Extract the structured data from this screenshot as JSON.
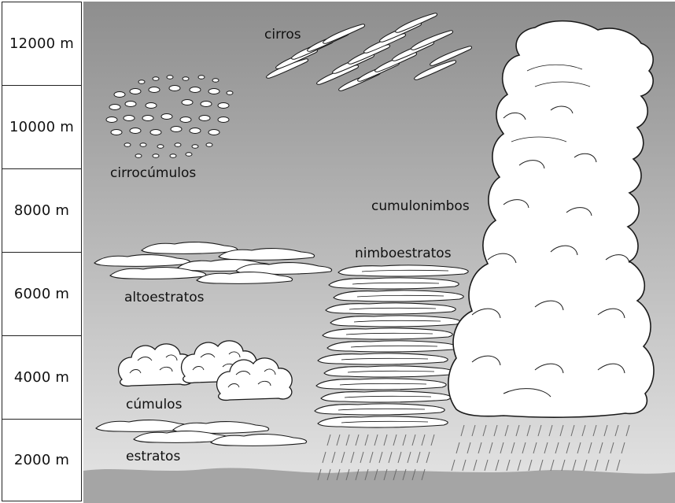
{
  "altitude_scale": [
    {
      "label": "12000 m"
    },
    {
      "label": "10000 m"
    },
    {
      "label": "8000 m"
    },
    {
      "label": "6000 m"
    },
    {
      "label": "4000 m"
    },
    {
      "label": "2000 m"
    }
  ],
  "clouds": {
    "cirros": "cirros",
    "cirrocumulos": "cirrocúmulos",
    "cumulonimbos": "cumulonimbos",
    "nimboestratos": "nimboestratos",
    "altoestratos": "altoestratos",
    "cumulos": "cúmulos",
    "estratos": "estratos"
  },
  "colors": {
    "sky_top": "#8e8e8e",
    "sky_bottom": "#e6e6e6",
    "ground": "#a5a5a5",
    "cloud_fill": "#ffffff",
    "outline": "#1a1a1a"
  }
}
